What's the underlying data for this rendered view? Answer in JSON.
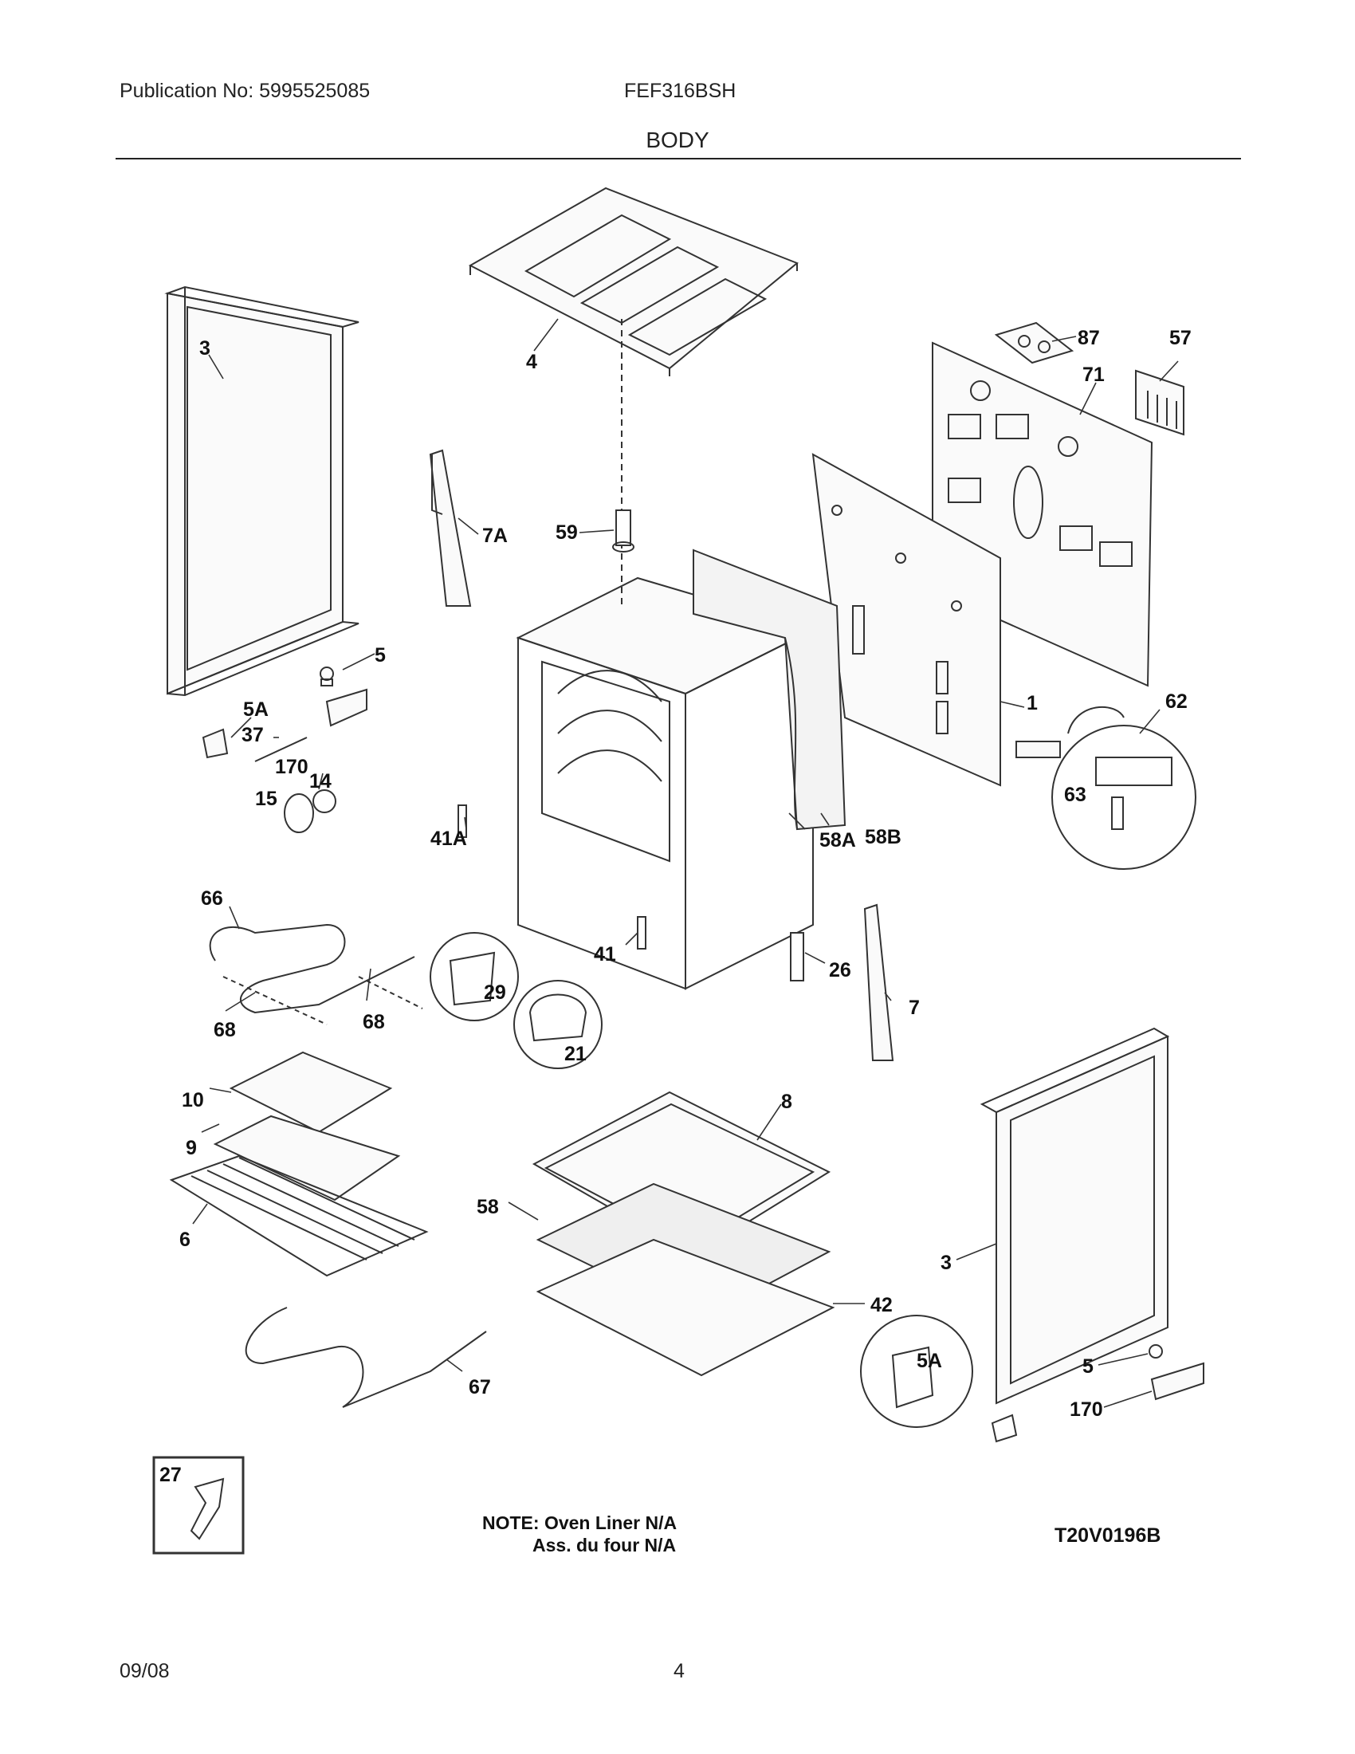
{
  "header": {
    "publication": "Publication No: 5995525085",
    "model": "FEF316BSH",
    "title": "BODY"
  },
  "callouts": {
    "c3_left": "3",
    "c4": "4",
    "c87": "87",
    "c57": "57",
    "c71": "71",
    "c7A": "7A",
    "c59": "59",
    "c5_left": "5",
    "c5A_left": "5A",
    "c37": "37",
    "c170_left": "170",
    "c14": "14",
    "c15": "15",
    "c1": "1",
    "c62": "62",
    "c63": "63",
    "c41A": "41A",
    "c58A": "58A",
    "c58B": "58B",
    "c66": "66",
    "c68_left": "68",
    "c68_right": "68",
    "c29": "29",
    "c41": "41",
    "c21": "21",
    "c26": "26",
    "c7": "7",
    "c10": "10",
    "c9": "9",
    "c6": "6",
    "c8": "8",
    "c58": "58",
    "c42": "42",
    "c3_right": "3",
    "c67": "67",
    "c5A_right": "5A",
    "c5_right": "5",
    "c170_right": "170",
    "c27": "27"
  },
  "note": {
    "line1": "NOTE: Oven Liner N/A",
    "line2": "Ass. du four N/A"
  },
  "diagram_code": "T20V0196B",
  "footer": {
    "date": "09/08",
    "page": "4"
  }
}
